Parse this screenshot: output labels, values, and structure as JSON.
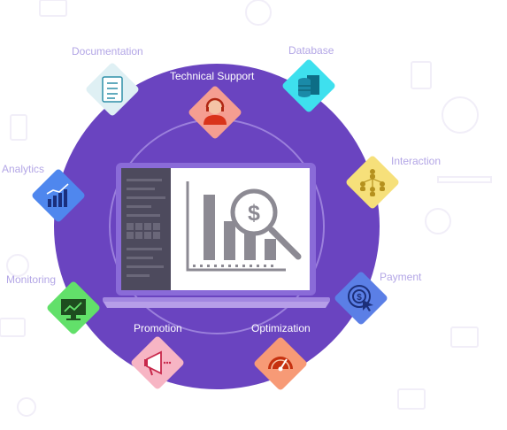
{
  "nodes": {
    "documentation": {
      "label": "Documentation",
      "color": "#dff0f4",
      "icon": "checklist-icon"
    },
    "technical_support": {
      "label": "Technical Support",
      "color": "#f59e91",
      "icon": "support-agent-icon"
    },
    "database": {
      "label": "Database",
      "color": "#3ee0ee",
      "icon": "database-icon"
    },
    "interaction": {
      "label": "Interaction",
      "color": "#f6e07a",
      "icon": "people-network-icon"
    },
    "payment": {
      "label": "Payment",
      "color": "#5b7fe6",
      "icon": "payment-click-icon"
    },
    "optimization": {
      "label": "Optimization",
      "color": "#f79a76",
      "icon": "speedometer-icon"
    },
    "promotion": {
      "label": "Promotion",
      "color": "#f7b5c4",
      "icon": "megaphone-icon"
    },
    "monitoring": {
      "label": "Monitoring",
      "color": "#62e06a",
      "icon": "monitor-chart-icon"
    },
    "analytics": {
      "label": "Analytics",
      "color": "#4f87ee",
      "icon": "bar-chart-icon"
    }
  },
  "colors": {
    "ring": "#6a44c0",
    "accent": "#8a6bd8",
    "screen_sidebar": "#4d4a5d"
  }
}
